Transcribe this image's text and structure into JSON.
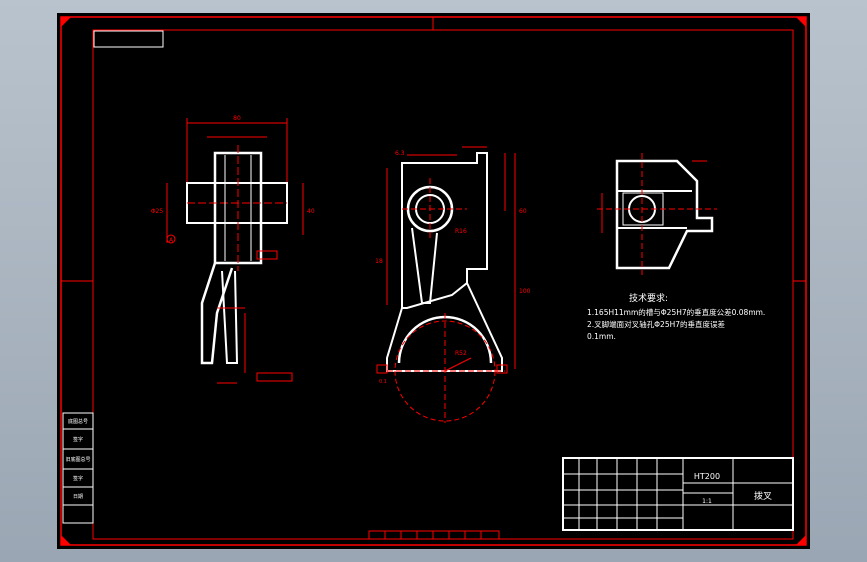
{
  "drawing": {
    "tech_req": {
      "title": "技术要求:",
      "lines": [
        "1.165H11mm的槽与Φ25H7的垂直度公差0.08mm.",
        "2.叉脚端面对叉轴孔Φ25H7的垂直度误差",
        "  0.1mm."
      ]
    },
    "title_block": {
      "material": "HT200",
      "part_name": "拨叉",
      "scale": "1:1"
    },
    "left_stamps": [
      "底图总号",
      "签字",
      "旧底图总号",
      "签字",
      "日期"
    ],
    "dims": {
      "ref_a": "A",
      "dim_80": "80",
      "dim_40": "40",
      "dim_25": "Φ25",
      "dim_r52": "R52",
      "dim_60": "60",
      "dim_100": "100",
      "dim_18": "18",
      "dim_r16": "R16",
      "roughness": "6.3",
      "tol": "0.1"
    }
  },
  "colors": {
    "frame": "#ff0000",
    "outline": "#ffffff",
    "background": "#000000"
  }
}
